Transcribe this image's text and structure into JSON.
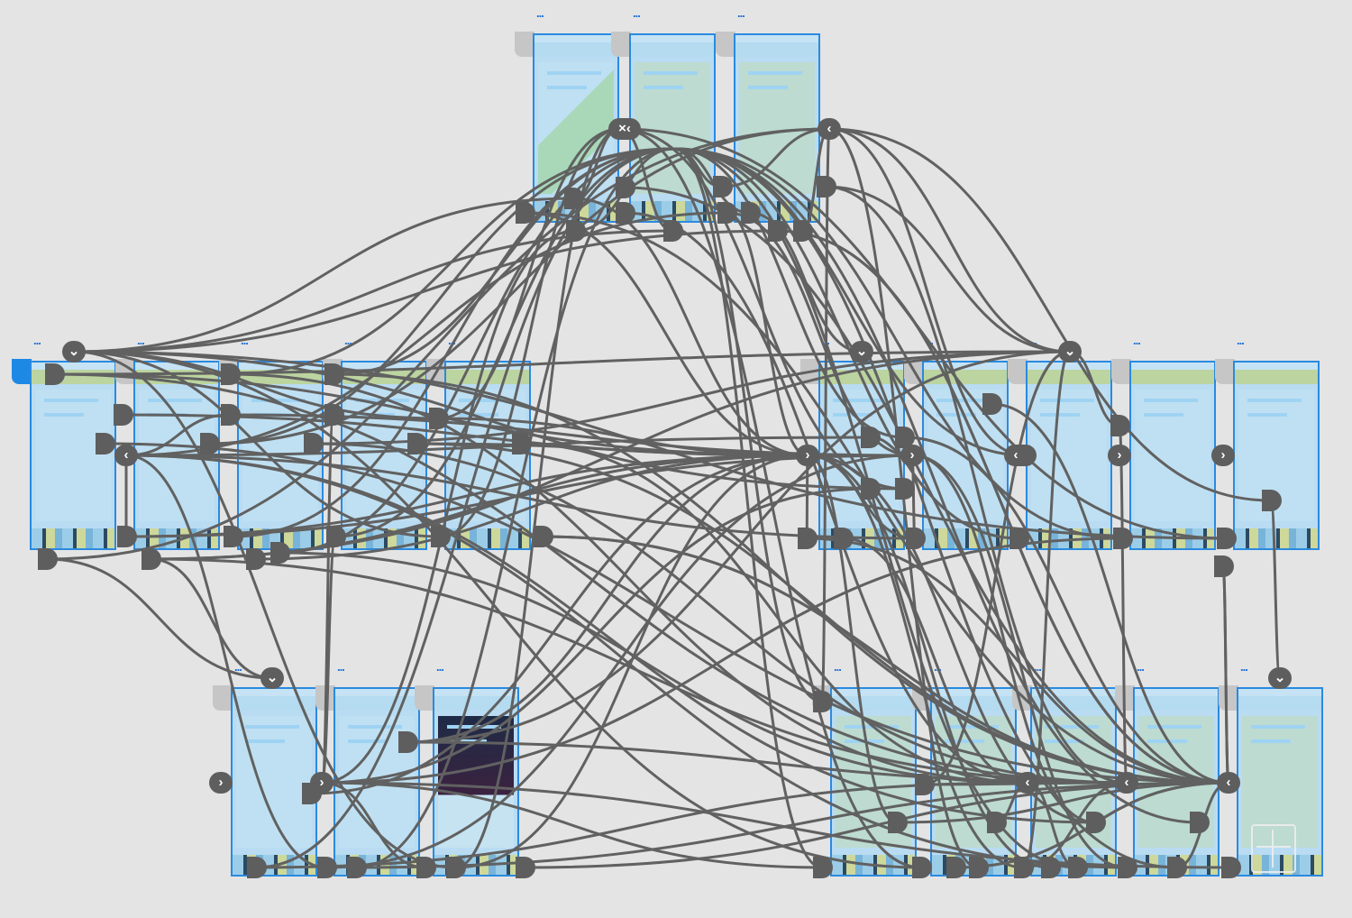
{
  "canvas": {
    "mode": "prototype",
    "wire_color": "#616161",
    "artboard_border": "#2a8ae0",
    "background": "#e4e4e4"
  },
  "rows": [
    {
      "name": "top",
      "artboards": [
        {
          "label": "..."
        },
        {
          "label": "..."
        },
        {
          "label": "..."
        }
      ]
    },
    {
      "name": "middle-left",
      "artboards": [
        {
          "label": "..."
        },
        {
          "label": "..."
        },
        {
          "label": "..."
        },
        {
          "label": "..."
        },
        {
          "label": "..."
        }
      ]
    },
    {
      "name": "middle-right",
      "artboards": [
        {
          "label": "..."
        },
        {
          "label": "..."
        },
        {
          "label": "..."
        },
        {
          "label": "..."
        },
        {
          "label": "..."
        }
      ]
    },
    {
      "name": "bottom-left",
      "artboards": [
        {
          "label": "..."
        },
        {
          "label": "..."
        },
        {
          "label": "..."
        }
      ]
    },
    {
      "name": "bottom-right",
      "artboards": [
        {
          "label": "..."
        },
        {
          "label": "..."
        },
        {
          "label": "..."
        },
        {
          "label": "..."
        },
        {
          "label": "..."
        }
      ]
    }
  ],
  "icons": {
    "nav_down": "⌄",
    "nav_back": "‹",
    "nav_forward": "›",
    "nav_close_back": "×‹"
  }
}
